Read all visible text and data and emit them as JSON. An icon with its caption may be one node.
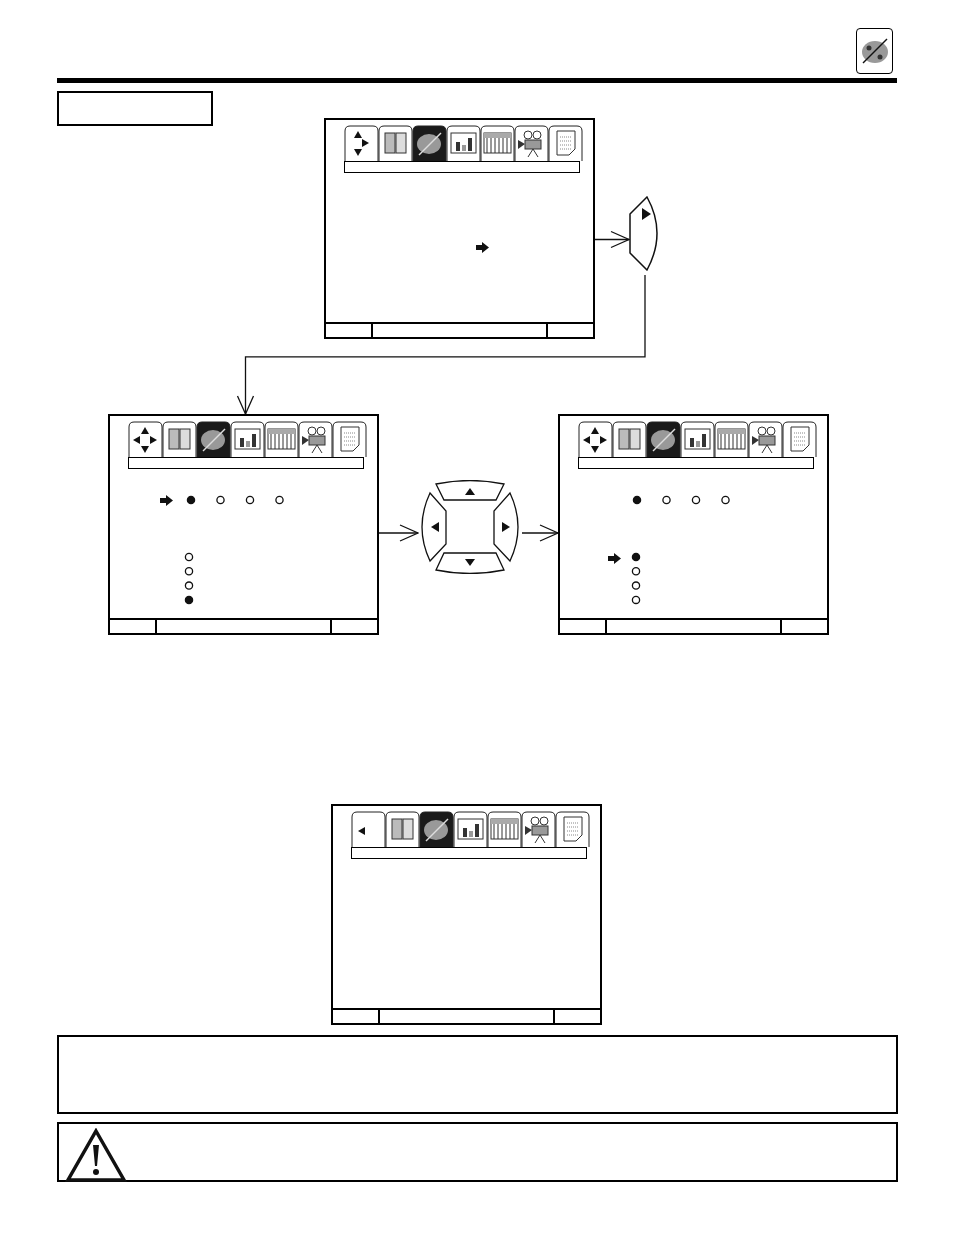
{
  "diagram": {
    "nodes": [
      {
        "text": [],
        "shape": "box"
      },
      {
        "text": [],
        "shape": "button"
      },
      {
        "text": [],
        "shape": "box"
      },
      {
        "text": [],
        "shape": "button"
      },
      {
        "text": [],
        "shape": "box"
      },
      {
        "text": [],
        "shape": "box"
      }
    ],
    "edges": [
      {
        "from": 0,
        "to": 1,
        "arrow": "to"
      },
      {
        "from": 1,
        "to": 2,
        "arrow": "to"
      },
      {
        "from": 2,
        "to": 3,
        "arrow": "to"
      },
      {
        "from": 3,
        "to": 4,
        "arrow": "to"
      }
    ]
  }
}
